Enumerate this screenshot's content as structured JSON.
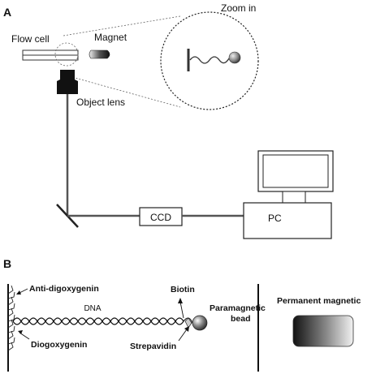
{
  "panel_a": {
    "letter": "A",
    "zoom_label": "Zoom in",
    "flow_cell_label": "Flow cell",
    "magnet_label": "Magnet",
    "objective_label": "Object lens",
    "ccd_label": "CCD",
    "pc_label": "PC"
  },
  "panel_b": {
    "letter": "B",
    "anti_label": "Anti-digoxygenin",
    "dna_label": "DNA",
    "biotin_label": "Biotin",
    "bead_label_line1": "Paramagnetic",
    "bead_label_line2": "bead",
    "dig_label": "Diogoxygenin",
    "strep_label": "Strepavidin",
    "magnet_label": "Permanent magnetic"
  }
}
